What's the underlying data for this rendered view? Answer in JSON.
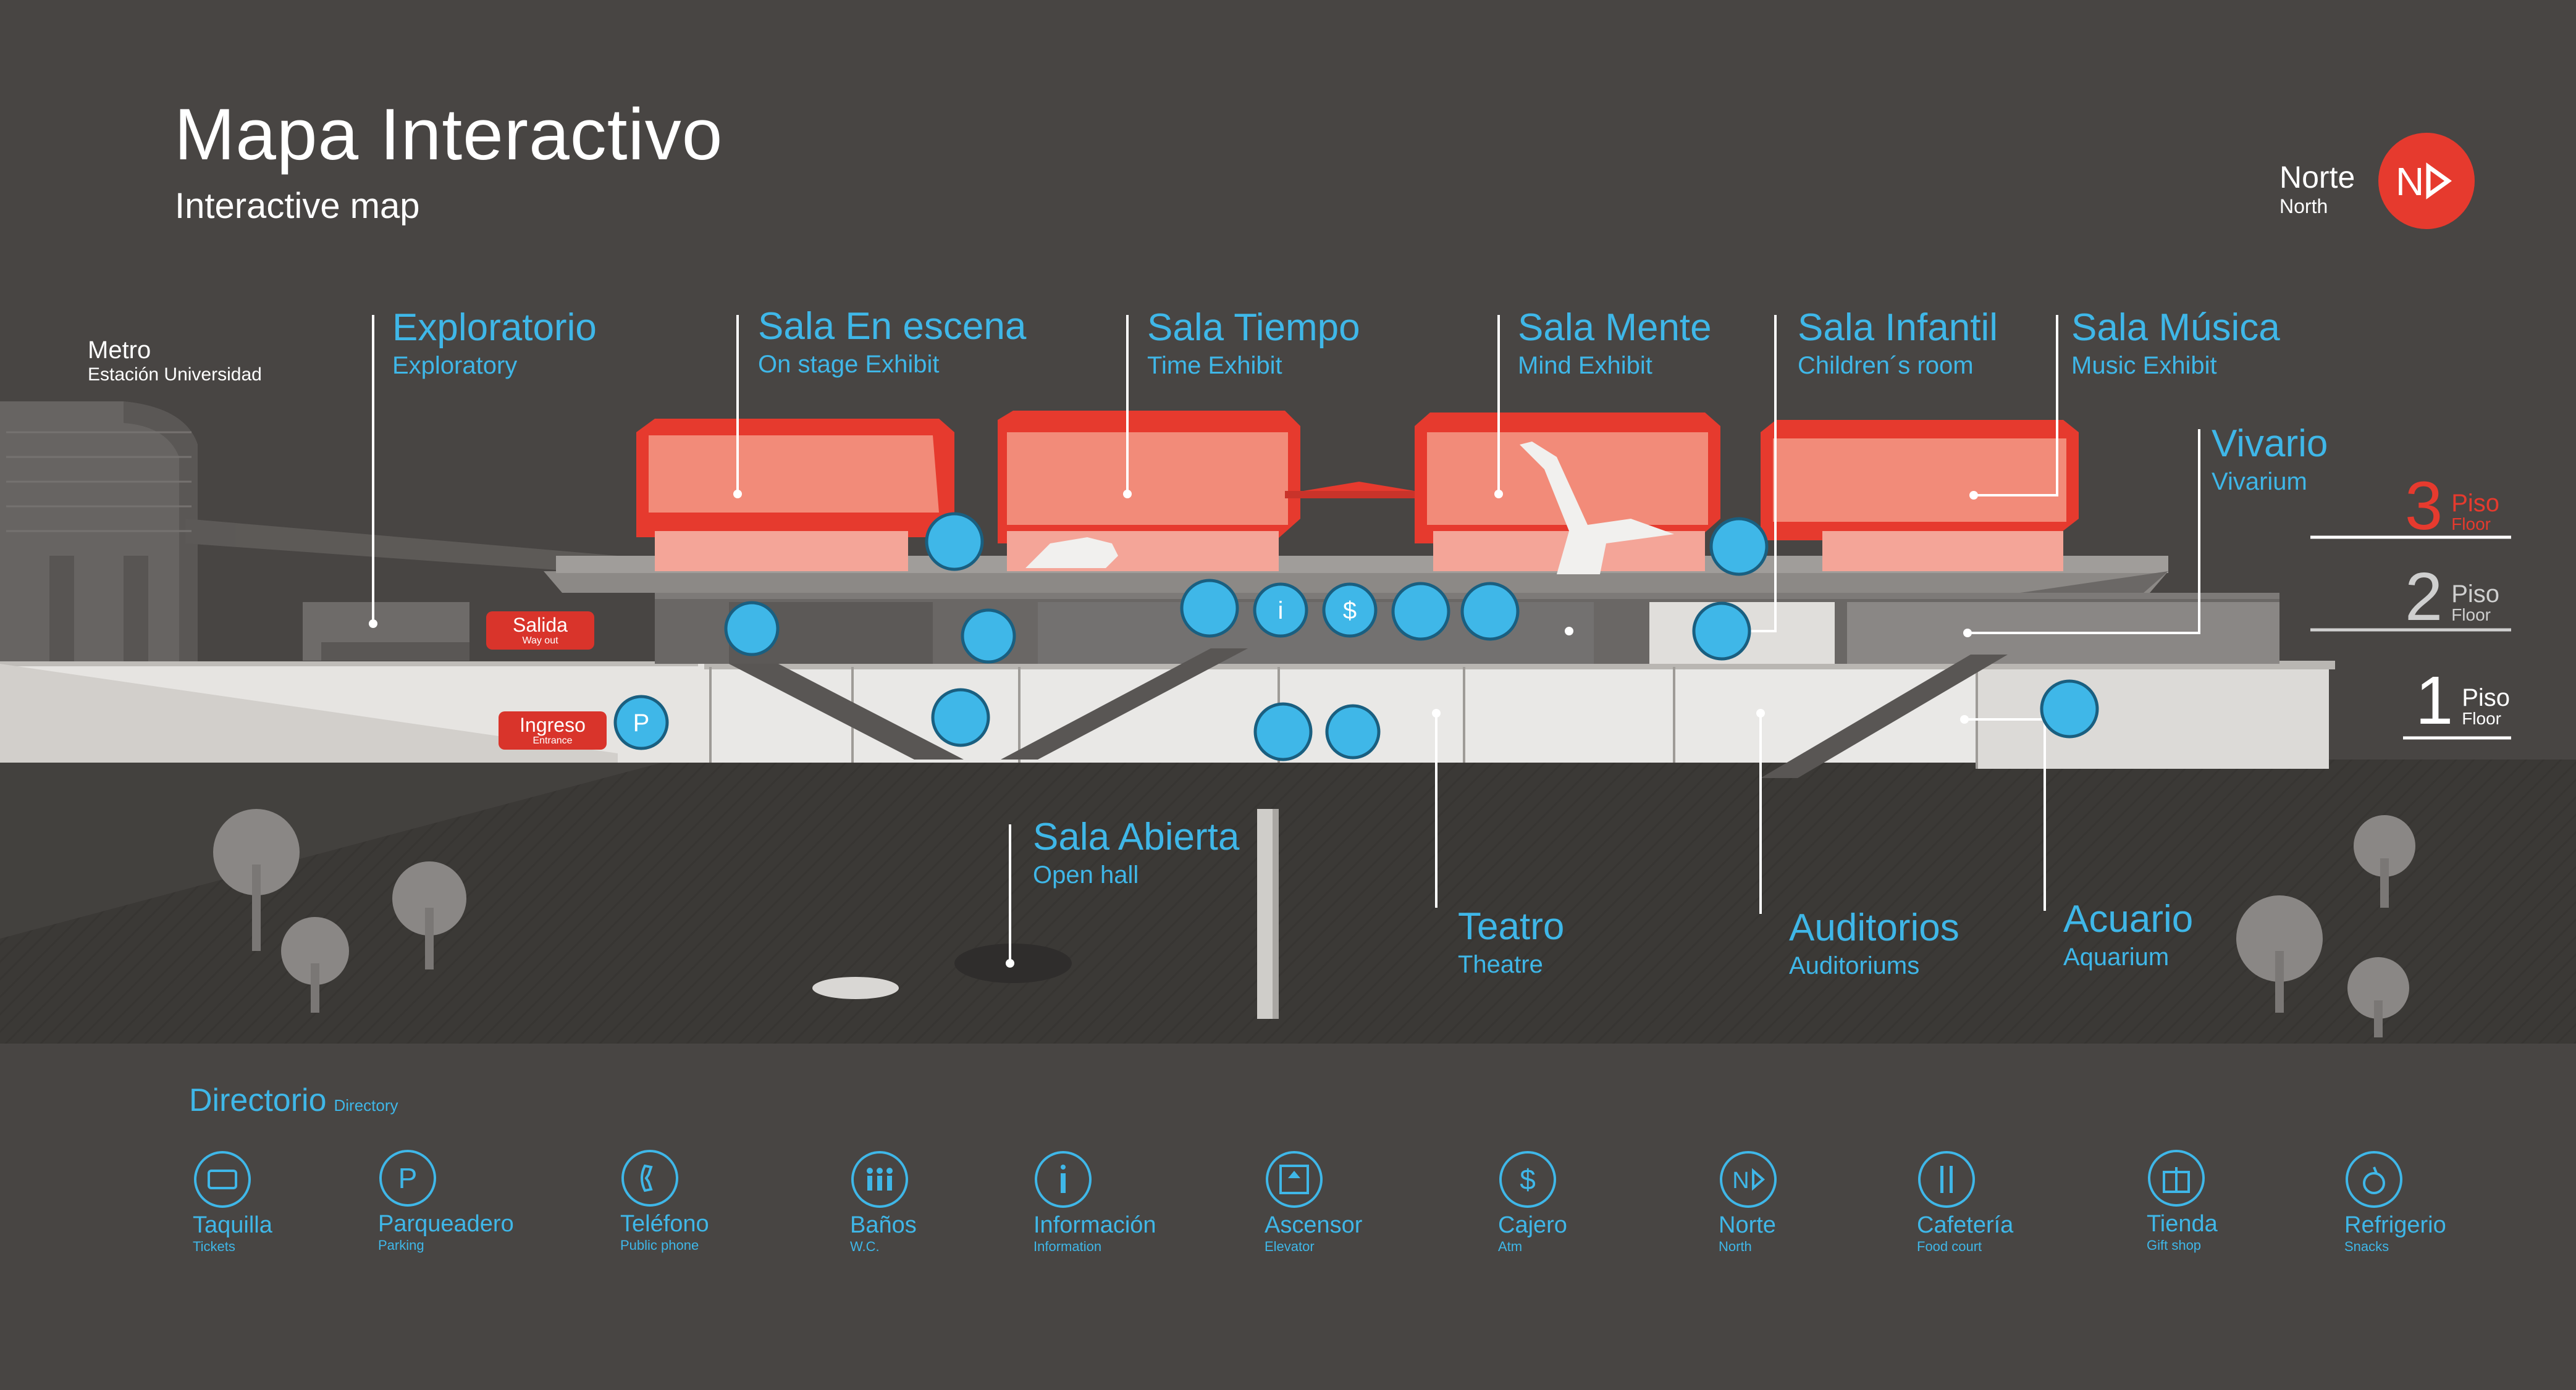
{
  "header": {
    "title": "Mapa Interactivo",
    "subtitle": "Interactive map"
  },
  "compass": {
    "label": "Norte",
    "sublabel": "North",
    "badge_text": "N",
    "color": "#e63a2e"
  },
  "metro": {
    "label": "Metro",
    "sublabel": "Estación Universidad"
  },
  "exhibits": [
    {
      "name": "Exploratorio",
      "sub": "Exploratory"
    },
    {
      "name": "Sala En escena",
      "sub": "On stage Exhibit"
    },
    {
      "name": "Sala Tiempo",
      "sub": "Time Exhibit"
    },
    {
      "name": "Sala Mente",
      "sub": "Mind Exhibit"
    },
    {
      "name": "Sala Infantil",
      "sub": "Children´s room"
    },
    {
      "name": "Sala Música",
      "sub": "Music Exhibit"
    },
    {
      "name": "Vivario",
      "sub": "Vivarium"
    },
    {
      "name": "Sala Abierta",
      "sub": "Open hall"
    },
    {
      "name": "Teatro",
      "sub": "Theatre"
    },
    {
      "name": "Auditorios",
      "sub": "Auditoriums"
    },
    {
      "name": "Acuario",
      "sub": "Aquarium"
    }
  ],
  "floors": [
    {
      "num": "3",
      "word": "Piso",
      "sub": "Floor",
      "color": "#e63a2e"
    },
    {
      "num": "2",
      "word": "Piso",
      "sub": "Floor",
      "color": "#cfcfcf"
    },
    {
      "num": "1",
      "word": "Piso",
      "sub": "Floor",
      "color": "#ffffff"
    }
  ],
  "callouts": {
    "exit": {
      "label": "Salida",
      "sub": "Way out"
    },
    "entrance": {
      "label": "Ingreso",
      "sub": "Entrance"
    }
  },
  "directory": {
    "title": "Directorio",
    "subtitle": "Directory",
    "items": [
      {
        "label": "Taquilla",
        "sub": "Tickets",
        "icon": "ticket-icon"
      },
      {
        "label": "Parqueadero",
        "sub": "Parking",
        "icon": "parking-icon"
      },
      {
        "label": "Teléfono",
        "sub": "Public phone",
        "icon": "phone-icon"
      },
      {
        "label": "Baños",
        "sub": "W.C.",
        "icon": "restroom-icon"
      },
      {
        "label": "Información",
        "sub": "Information",
        "icon": "info-icon"
      },
      {
        "label": "Ascensor",
        "sub": "Elevator",
        "icon": "elevator-icon"
      },
      {
        "label": "Cajero",
        "sub": "Atm",
        "icon": "atm-icon"
      },
      {
        "label": "Norte",
        "sub": "North",
        "icon": "north-icon"
      },
      {
        "label": "Cafetería",
        "sub": "Food court",
        "icon": "food-court-icon"
      },
      {
        "label": "Tienda",
        "sub": "Gift shop",
        "icon": "gift-shop-icon"
      },
      {
        "label": "Refrigerio",
        "sub": "Snacks",
        "icon": "snacks-icon"
      }
    ]
  },
  "colors": {
    "background": "#484543",
    "accent_blue": "#3fb7e8",
    "accent_red": "#e63a2e",
    "pavilion_red": "#f08a78"
  }
}
